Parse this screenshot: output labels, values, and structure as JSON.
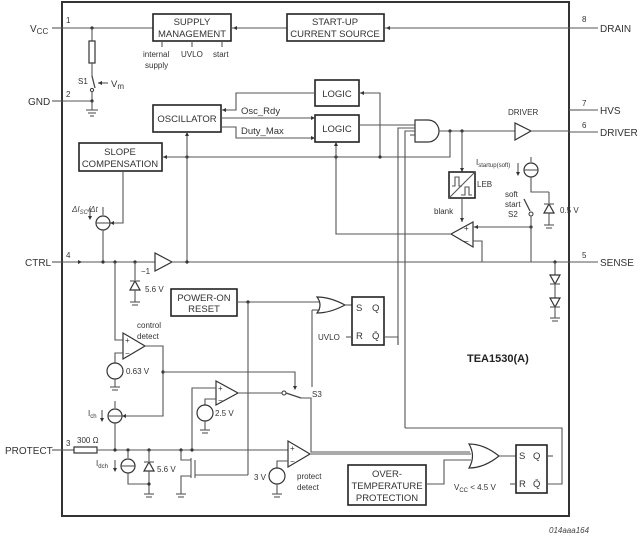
{
  "diagram": {
    "chip_name": "TEA1530(A)",
    "figure_id": "014aaa164",
    "pins": [
      {
        "number": "1",
        "name": "V",
        "sub": "CC"
      },
      {
        "number": "2",
        "name": "GND"
      },
      {
        "number": "4",
        "name": "CTRL"
      },
      {
        "number": "3",
        "name": "PROTECT"
      },
      {
        "number": "8",
        "name": "DRAIN"
      },
      {
        "number": "7",
        "name": "HVS"
      },
      {
        "number": "6",
        "name": "DRIVER"
      },
      {
        "number": "5",
        "name": "SENSE"
      }
    ],
    "blocks": {
      "supply_management": [
        "SUPPLY",
        "MANAGEMENT"
      ],
      "startup_current_source": [
        "START-UP",
        "CURRENT SOURCE"
      ],
      "oscillator": "OSCILLATOR",
      "logic_top": "LOGIC",
      "logic_mid": "LOGIC",
      "slope_compensation": [
        "SLOPE",
        "COMPENSATION"
      ],
      "power_on_reset": [
        "POWER-ON",
        "RESET"
      ],
      "over_temperature": [
        "OVER-",
        "TEMPERATURE",
        "PROTECTION"
      ],
      "leb": "LEB"
    },
    "supply_outputs": [
      "internal",
      "supply",
      "UVLO",
      "start"
    ],
    "signals": {
      "osc_rdy": "Osc_Rdy",
      "duty_max": "Duty_Max",
      "driver_label": "DRIVER",
      "istartup": "I",
      "istartup_sub": "startup(soft)",
      "soft_start": [
        "soft",
        "start",
        "S2"
      ],
      "blank": "blank",
      "v05": "0.5 V",
      "s1": "S1",
      "vm": "V",
      "vm_sub": "m",
      "disc": "ΔI",
      "disc_sub": "SC",
      "disc_tail": "/Δt",
      "minus_one": "−1",
      "z56_ctrl": "5.6 V",
      "control_detect": [
        "control",
        "detect"
      ],
      "v063": "0.63 V",
      "uvlo": "UVLO",
      "s3": "S3",
      "v25": "2.5 V",
      "ich": "I",
      "ich_sub": "ch",
      "idch": "I",
      "idch_sub": "dch",
      "r300": "300 Ω",
      "z56_prot": "5.6 V",
      "v3": "3 V",
      "protect_detect": [
        "protect",
        "detect"
      ],
      "vcc_lt": "V",
      "vcc_lt_sub": "CC",
      "vcc_lt_tail": " < 4.5 V",
      "ff_s": "S",
      "ff_r": "R",
      "ff_q": "Q",
      "ff_qbar": "Q̄",
      "plus": "+",
      "minus": "−"
    }
  }
}
